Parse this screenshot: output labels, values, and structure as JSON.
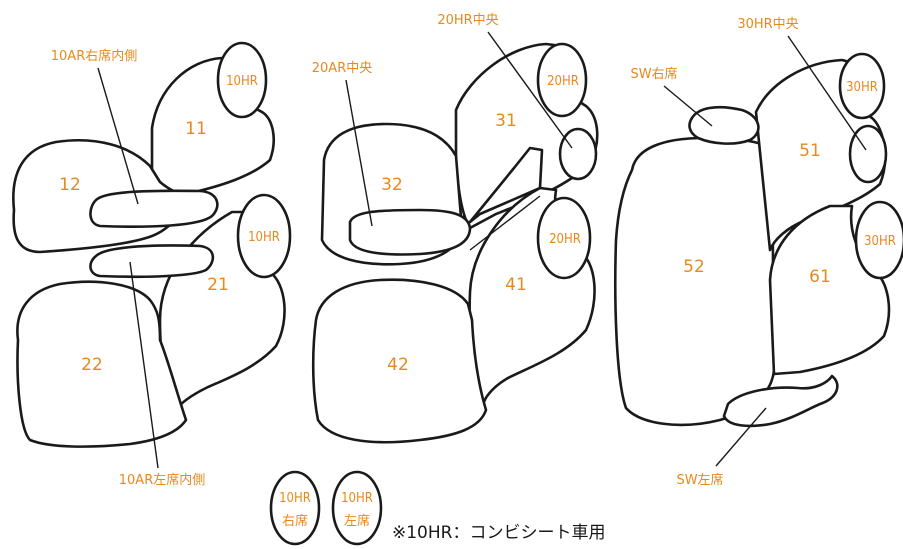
{
  "seat_numbers": {
    "s11": "11",
    "s12": "12",
    "s21": "21",
    "s22": "22",
    "s31": "31",
    "s32": "32",
    "s41": "41",
    "s42": "42",
    "s51": "51",
    "s52": "52",
    "s61": "61"
  },
  "headrest_labels": {
    "hr_10_upper": "10HR",
    "hr_10_lower": "10HR",
    "hr_20_upper": "20HR",
    "hr_20_lower": "20HR",
    "hr_30_upper": "30HR",
    "hr_30_lower": "30HR"
  },
  "callouts": {
    "ar10_right_inner": "10AR右席内側",
    "ar10_left_inner": "10AR左席内側",
    "ar20_center": "20AR中央",
    "hr20_center": "20HR中央",
    "hr30_center": "30HR中央",
    "sw_right": "SW右席",
    "sw_left": "SW左席"
  },
  "legend": {
    "right_top": "10HR",
    "right_bottom": "右席",
    "left_top": "10HR",
    "left_bottom": "左席",
    "note": "※10HR：コンビシート車用"
  },
  "colors": {
    "label": "#e8891e",
    "outline": "#1a1a1a",
    "background": "#ffffff"
  }
}
